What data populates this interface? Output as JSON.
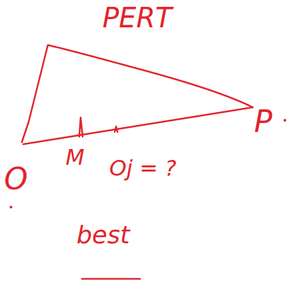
{
  "diagram": {
    "title": "PERT",
    "labels": [
      "M",
      "Oj = ?",
      "best",
      "O",
      "P"
    ]
  }
}
